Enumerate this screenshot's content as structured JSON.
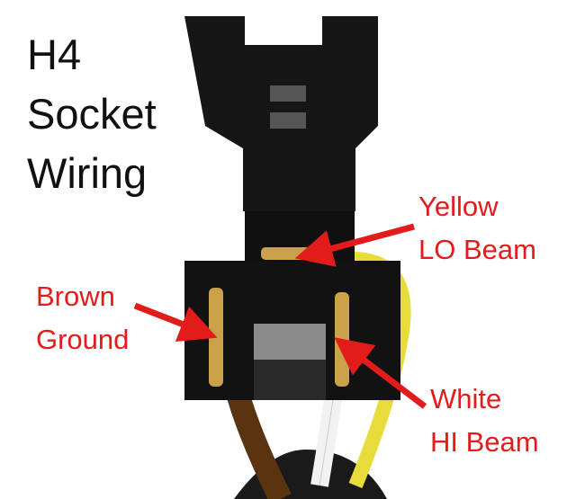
{
  "title": {
    "line1": "H4",
    "line2": "Socket",
    "line3": "Wiring"
  },
  "labels": {
    "yellow": {
      "line1": "Yellow",
      "line2": "LO Beam"
    },
    "brown": {
      "line1": "Brown",
      "line2": "Ground"
    },
    "white": {
      "line1": "White",
      "line2": "HI Beam"
    }
  },
  "colors": {
    "label": "#e21b1b",
    "plastic": "#141414",
    "brown_wire": "#5a3410",
    "yellow_wire": "#e8dc3a",
    "white_wire": "#f2f2f2",
    "terminal": "#c9a24a"
  }
}
